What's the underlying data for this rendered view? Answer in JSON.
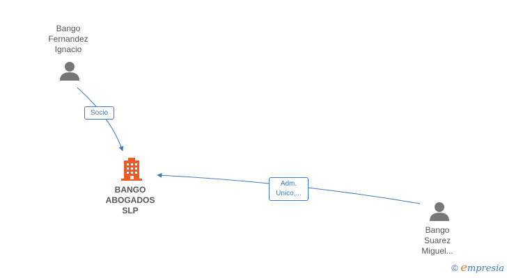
{
  "nodes": {
    "person_top": {
      "lines": [
        "Bango",
        "Fernandez",
        "Ignacio"
      ],
      "icon": "person-icon"
    },
    "company": {
      "lines": [
        "BANGO",
        "ABOGADOS",
        "SLP"
      ],
      "icon": "building-icon"
    },
    "person_right": {
      "lines": [
        "Bango",
        "Suarez",
        "Miguel..."
      ],
      "icon": "person-icon"
    }
  },
  "edges": {
    "socio": {
      "lines": [
        "Socio"
      ]
    },
    "adm": {
      "lines": [
        "Adm.",
        "Unico,..."
      ]
    }
  },
  "footer": {
    "copyright_symbol": "©",
    "brand_initial": "e",
    "brand_rest": "mpresia"
  },
  "colors": {
    "edge": "#3a78c9",
    "company_icon": "#f05a28",
    "person_icon": "#777777",
    "text": "#555555"
  }
}
